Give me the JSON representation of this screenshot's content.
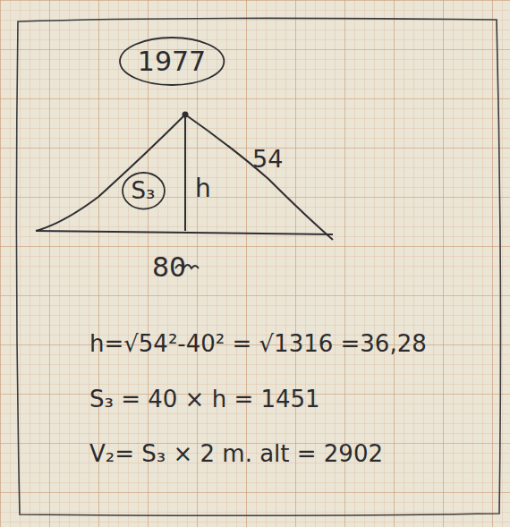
{
  "diagram": {
    "nodes": [
      {
        "text": [
          "1977"
        ]
      },
      {
        "text": [
          "S₃"
        ]
      }
    ],
    "labels": [
      "54",
      "h",
      "80",
      "h=√54²-40² = √1316 =36,28",
      "S₃ = 40 × h = 1451",
      "V₂= S₃ × 2 m. alt = 2902"
    ]
  }
}
